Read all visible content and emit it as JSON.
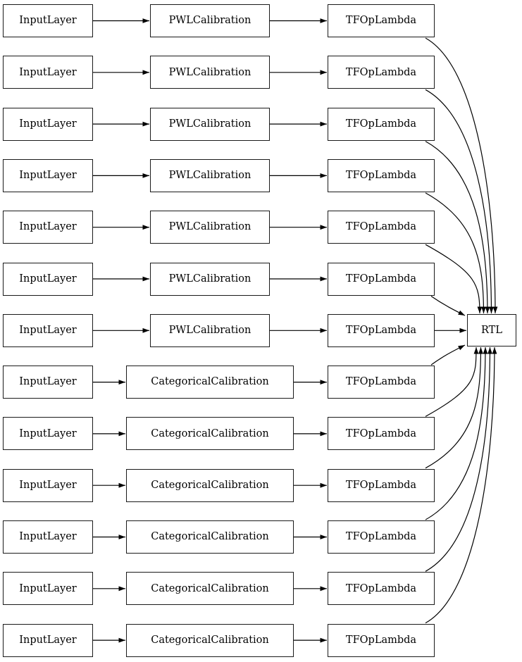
{
  "diagram": {
    "rows": [
      {
        "input": "InputLayer",
        "calibration": "PWLCalibration",
        "op": "TFOpLambda"
      },
      {
        "input": "InputLayer",
        "calibration": "PWLCalibration",
        "op": "TFOpLambda"
      },
      {
        "input": "InputLayer",
        "calibration": "PWLCalibration",
        "op": "TFOpLambda"
      },
      {
        "input": "InputLayer",
        "calibration": "PWLCalibration",
        "op": "TFOpLambda"
      },
      {
        "input": "InputLayer",
        "calibration": "PWLCalibration",
        "op": "TFOpLambda"
      },
      {
        "input": "InputLayer",
        "calibration": "PWLCalibration",
        "op": "TFOpLambda"
      },
      {
        "input": "InputLayer",
        "calibration": "PWLCalibration",
        "op": "TFOpLambda"
      },
      {
        "input": "InputLayer",
        "calibration": "CategoricalCalibration",
        "op": "TFOpLambda"
      },
      {
        "input": "InputLayer",
        "calibration": "CategoricalCalibration",
        "op": "TFOpLambda"
      },
      {
        "input": "InputLayer",
        "calibration": "CategoricalCalibration",
        "op": "TFOpLambda"
      },
      {
        "input": "InputLayer",
        "calibration": "CategoricalCalibration",
        "op": "TFOpLambda"
      },
      {
        "input": "InputLayer",
        "calibration": "CategoricalCalibration",
        "op": "TFOpLambda"
      },
      {
        "input": "InputLayer",
        "calibration": "CategoricalCalibration",
        "op": "TFOpLambda"
      }
    ],
    "output": {
      "label": "RTL"
    },
    "colors": {
      "background": "#ffffff",
      "node_fill": "#ffffff",
      "node_border": "#1a1a1a",
      "edge": "#000000",
      "text": "#000000"
    }
  }
}
